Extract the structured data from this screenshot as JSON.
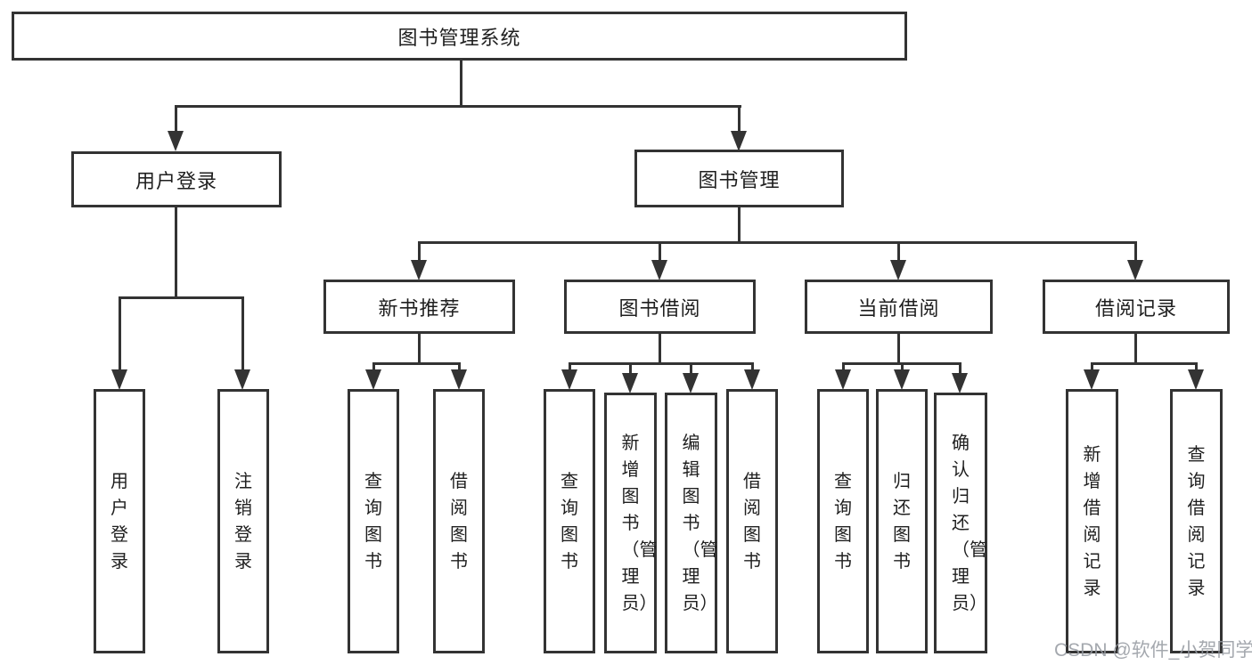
{
  "tree": {
    "root": {
      "label": "图书管理系统"
    },
    "level1": [
      {
        "label": "用户登录",
        "children": [
          {
            "label": "用户登录"
          },
          {
            "label": "注销登录"
          }
        ]
      },
      {
        "label": "图书管理",
        "children": [
          {
            "label": "新书推荐",
            "children": [
              {
                "label": "查询图书"
              },
              {
                "label": "借阅图书"
              }
            ]
          },
          {
            "label": "图书借阅",
            "children": [
              {
                "label": "查询图书"
              },
              {
                "label": "新增图书（管理员）"
              },
              {
                "label": "编辑图书（管理员）"
              },
              {
                "label": "借阅图书"
              }
            ]
          },
          {
            "label": "当前借阅",
            "children": [
              {
                "label": "查询图书"
              },
              {
                "label": "归还图书"
              },
              {
                "label": "确认归还（管理员）"
              }
            ]
          },
          {
            "label": "借阅记录",
            "children": [
              {
                "label": "新增借阅记录"
              },
              {
                "label": "查询借阅记录"
              }
            ]
          }
        ]
      }
    ]
  },
  "watermark": {
    "text": "CSDN @软件_小贺同学"
  },
  "colors": {
    "line": "#333333",
    "box_border": "#333333",
    "text": "#1f1f1f",
    "watermark": "#9499a0",
    "background": "#ffffff"
  }
}
